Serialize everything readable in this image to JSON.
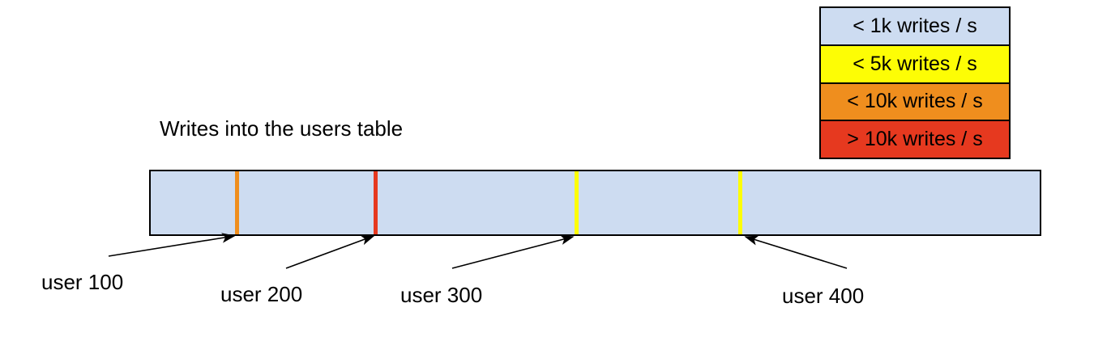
{
  "title": "Writes into the users table",
  "legend": {
    "items": [
      {
        "label": "< 1k writes / s",
        "color": "#cddcf1"
      },
      {
        "label": "< 5k writes / s",
        "color": "#fdfd05"
      },
      {
        "label": "< 10k writes / s",
        "color": "#ef8e1e"
      },
      {
        "label": "> 10k writes / s",
        "color": "#e6391f"
      }
    ]
  },
  "bar": {
    "fill": "#cddcf1",
    "border_color": "#000000",
    "markers": [
      {
        "label": "user 100",
        "color": "#ef8e1e"
      },
      {
        "label": "user 200",
        "color": "#e6391f"
      },
      {
        "label": "user 300",
        "color": "#fdfd05"
      },
      {
        "label": "user 400",
        "color": "#fdfd05"
      }
    ]
  }
}
